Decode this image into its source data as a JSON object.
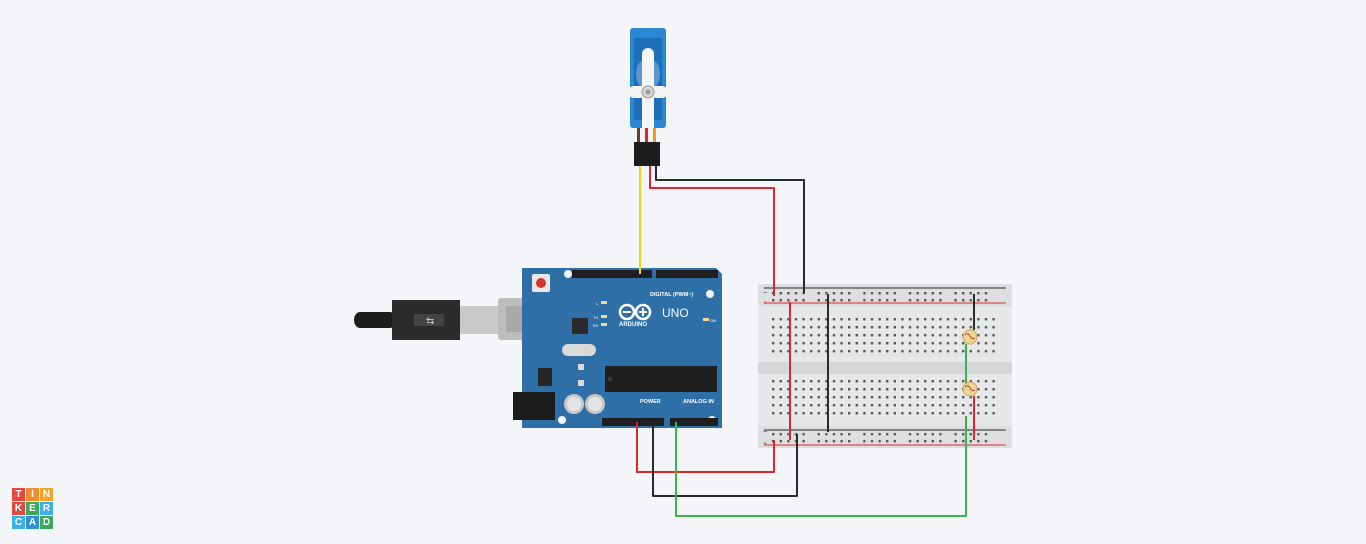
{
  "arduino": {
    "brand_text": "UNO",
    "logo_word": "ARDUINO",
    "digital_label": "DIGITAL (PWM~)",
    "power_label": "POWER",
    "analog_label": "ANALOG IN",
    "on_label": "ON",
    "l_label": "L",
    "tx_label": "TX",
    "rx_label": "RX"
  },
  "breadboard": {
    "plus": "+",
    "minus": "−"
  },
  "logo": {
    "cells": [
      {
        "text": "T",
        "color": "#e5473f"
      },
      {
        "text": "I",
        "color": "#f08d2e"
      },
      {
        "text": "N",
        "color": "#f5a623"
      },
      {
        "text": "K",
        "color": "#e5473f"
      },
      {
        "text": "E",
        "color": "#3aaa5a"
      },
      {
        "text": "R",
        "color": "#3ab0e6"
      },
      {
        "text": "C",
        "color": "#3ab0e6"
      },
      {
        "text": "A",
        "color": "#2d8fd6"
      },
      {
        "text": "D",
        "color": "#3aaa5a"
      }
    ]
  },
  "colors": {
    "board": "#2f6fa7",
    "wire_red": "#e0262b",
    "wire_black": "#2b2b2b",
    "wire_green": "#3bb54a",
    "wire_yellow": "#f3d213",
    "servo": "#2a87d6",
    "breadboard": "#e6e7e8"
  }
}
